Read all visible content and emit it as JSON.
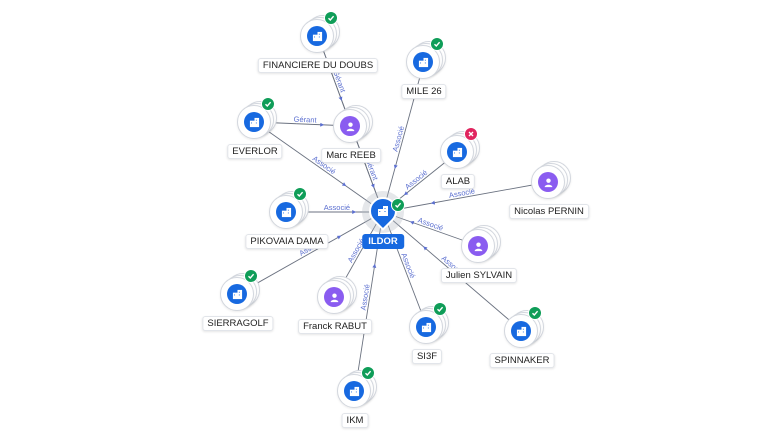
{
  "center": {
    "label": "ILDOR",
    "icon": "company-building-icon",
    "status": "verified"
  },
  "nodes": [
    {
      "id": "financiere",
      "label": "FINANCIERE DU DOUBS",
      "kind": "company",
      "status": "verified"
    },
    {
      "id": "mile26",
      "label": "MILE 26",
      "kind": "company",
      "status": "verified"
    },
    {
      "id": "everlor",
      "label": "EVERLOR",
      "kind": "company",
      "status": "verified"
    },
    {
      "id": "marcreeb",
      "label": "Marc REEB",
      "kind": "person"
    },
    {
      "id": "alab",
      "label": "ALAB",
      "kind": "company",
      "status": "closed"
    },
    {
      "id": "nicolas",
      "label": "Nicolas PERNIN",
      "kind": "person"
    },
    {
      "id": "pikovaia",
      "label": "PIKOVAIA DAMA",
      "kind": "company",
      "status": "verified"
    },
    {
      "id": "julien",
      "label": "Julien SYLVAIN",
      "kind": "person"
    },
    {
      "id": "sierragolf",
      "label": "SIERRAGOLF",
      "kind": "company",
      "status": "verified"
    },
    {
      "id": "franck",
      "label": "Franck RABUT",
      "kind": "person"
    },
    {
      "id": "si3f",
      "label": "SI3F",
      "kind": "company",
      "status": "verified"
    },
    {
      "id": "spinnaker",
      "label": "SPINNAKER",
      "kind": "company",
      "status": "verified"
    },
    {
      "id": "ikm",
      "label": "IKM",
      "kind": "company",
      "status": "verified"
    }
  ],
  "edges": [
    {
      "from": "center",
      "to": "financiere",
      "label": "Associé"
    },
    {
      "from": "center",
      "to": "mile26",
      "label": "Associé"
    },
    {
      "from": "center",
      "to": "everlor",
      "label": "Associé"
    },
    {
      "from": "center",
      "to": "marcreeb",
      "label": "Gérant"
    },
    {
      "from": "center",
      "to": "alab",
      "label": "Associé"
    },
    {
      "from": "center",
      "to": "nicolas",
      "label": "Associé"
    },
    {
      "from": "center",
      "to": "pikovaia",
      "label": "Associé"
    },
    {
      "from": "center",
      "to": "julien",
      "label": "Associé"
    },
    {
      "from": "center",
      "to": "sierragolf",
      "label": "Associé"
    },
    {
      "from": "center",
      "to": "franck",
      "label": "Associé"
    },
    {
      "from": "center",
      "to": "si3f",
      "label": "Associé"
    },
    {
      "from": "center",
      "to": "spinnaker",
      "label": "Associé"
    },
    {
      "from": "center",
      "to": "ikm",
      "label": "Associé"
    },
    {
      "from": "marcreeb",
      "to": "financiere",
      "label": "Gérant"
    },
    {
      "from": "marcreeb",
      "to": "everlor",
      "label": "Gérant"
    }
  ],
  "colors": {
    "company": "#1769e0",
    "person": "#8a5cf0",
    "verified": "#0f9d58",
    "closed": "#e0245e",
    "edge": "#6b7280",
    "edge_label": "#5b6fd0"
  }
}
